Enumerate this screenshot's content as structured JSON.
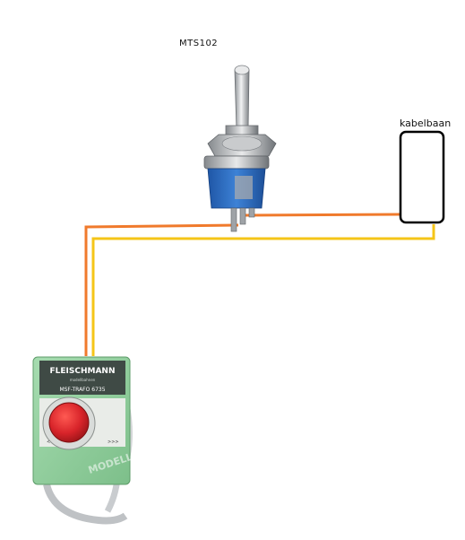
{
  "labels": {
    "switch": "MTS102",
    "track": "kabelbaan"
  },
  "transformer": {
    "brand": "FLEISCHMANN",
    "subbrand": "modellbahnen",
    "model": "MSF-TRAFO 6735",
    "watermark": "MODELL",
    "left_symbol": "<<<",
    "right_symbol": ">>>"
  },
  "colors": {
    "wire_orange": "#f07a2c",
    "wire_yellow": "#f5c518",
    "transformer_body": "#8fcf9c",
    "knob": "#d8242a",
    "switch_base": "#2f6fc4",
    "metal": "#b9bcc0"
  }
}
